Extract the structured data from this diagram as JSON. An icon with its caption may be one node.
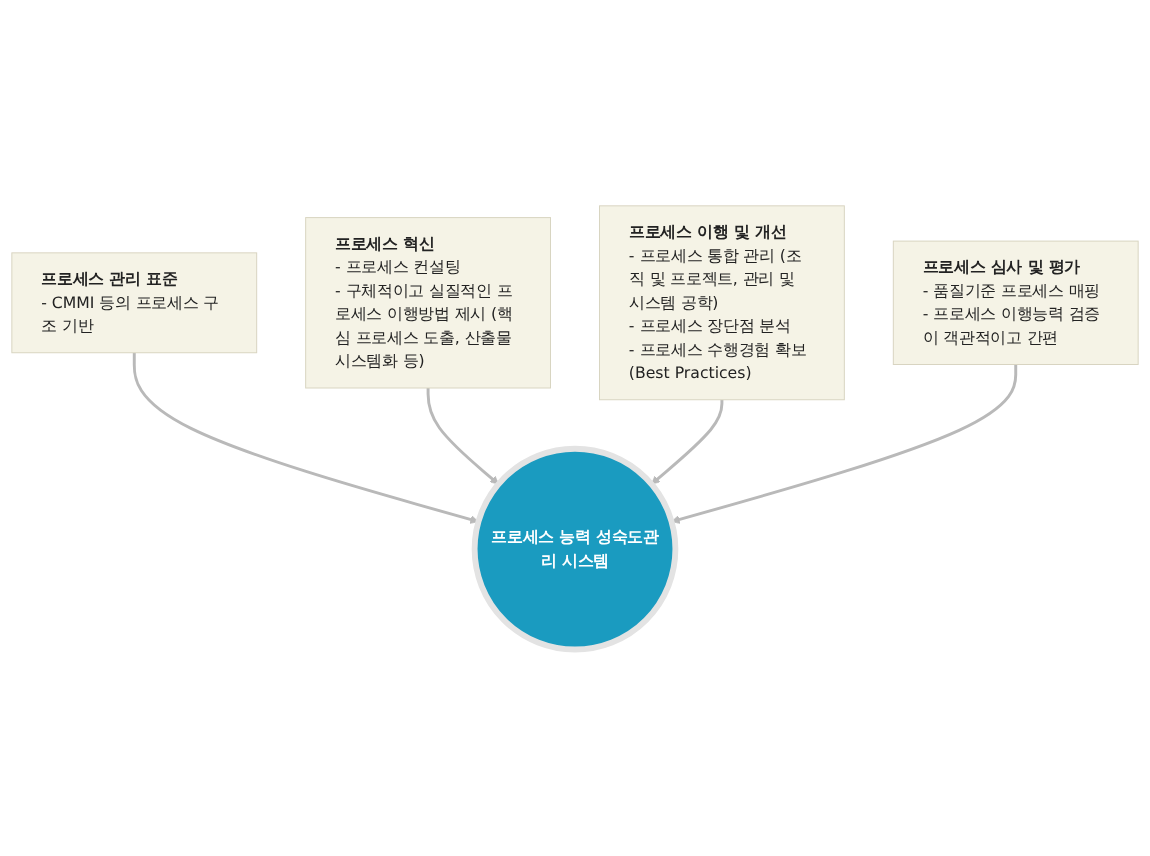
{
  "diagram": {
    "nodes": [
      {
        "text": [
          "프로세스 관리 표준",
          "- CMMI 등의 프로세스 구조 기반"
        ]
      },
      {
        "text": [
          "프로세스 혁신",
          "- 프로세스 컨설팅",
          "- 구체적이고 실질적인 프로세스 이행방법 제시 (핵심 프로세스 도출, 산출물 시스템화 등)"
        ]
      },
      {
        "text": [
          "프로세스 능력 성숙도관리 시스템"
        ]
      },
      {
        "text": [
          "프로세스 이행 및 개선",
          "- 프로세스 통합 관리 (조직 및 프로젝트, 관리 및 시스템 공학)",
          "- 프로세스 장단점 분석",
          "- 프로세스 수행경험 확보 (Best Practices)"
        ]
      },
      {
        "text": [
          "프로세스 심사 및 평가",
          "- 품질기준 프로세스 매핑",
          "- 프로세스 이행능력 검증이 객관적이고 간편"
        ]
      }
    ],
    "edges": [
      {
        "from": 0,
        "to": 2,
        "arrow": "to"
      },
      {
        "from": 1,
        "to": 2,
        "arrow": "to"
      },
      {
        "from": 3,
        "to": 2,
        "arrow": "to"
      },
      {
        "from": 4,
        "to": 2,
        "arrow": "to"
      }
    ]
  }
}
